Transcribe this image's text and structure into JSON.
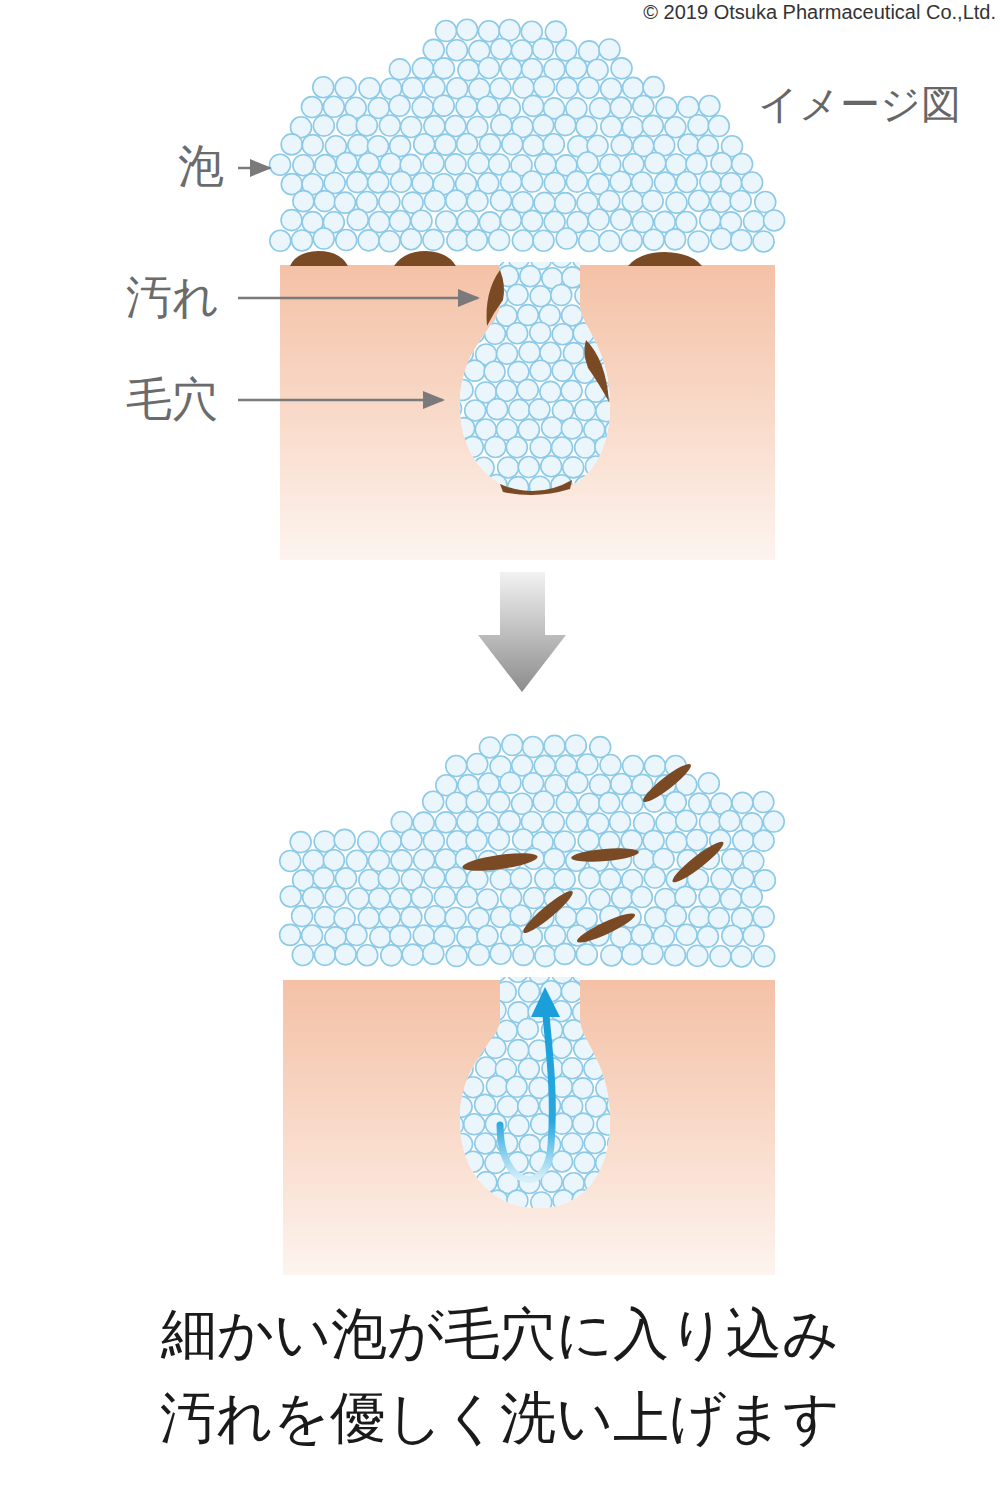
{
  "diagram": {
    "caption": "細かい泡が毛穴に入り込み 汚れを優しく洗い上げます",
    "labels": [
      "© 2019 Otsuka Pharmaceutical Co.,Ltd.",
      "イメージ図",
      "泡",
      "汚れ",
      "毛穴"
    ]
  }
}
